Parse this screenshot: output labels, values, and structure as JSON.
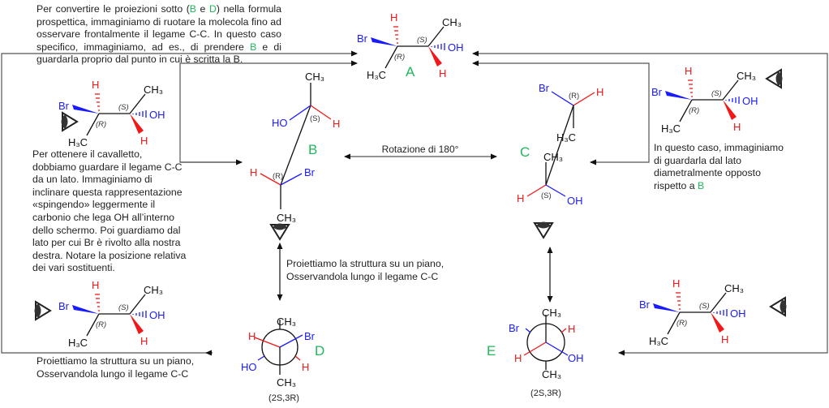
{
  "top_text": {
    "p1": "Per convertire le proiezioni sotto (",
    "b": "B",
    "e": " e ",
    "d": "D",
    "p2": ") nella formula prospettica, immaginiamo di ruotare la molecola fino ad osservare frontalmente il legame C-C. In questo caso specifico, immaginiamo, ad es., di prendere ",
    "b2": "B",
    "p3": " e di guardarla proprio dal punto in cui è scritta la B."
  },
  "left_text": "Per ottenere il cavalletto, dobbiamo guardare il legame C-C da un lato. Immaginiamo di inclinare questa rappresentazione «spingendo» leggermente il carbonio che lega OH all’interno dello schermo. Poi guardiamo dal lato per cui Br è rivolto alla nostra destra. Notare la posizione relativa dei vari sostituenti.",
  "right_text": {
    "p1": "In questo caso, immaginiamo di guardarla dal lato diametralmente opposto rispetto a ",
    "b": "B"
  },
  "bottom_left_text": "Proiettiamo la struttura su un piano, Osservandola lungo il legame C-C",
  "middle_text": "Proiettiamo la struttura su un piano, Osservandola lungo il legame C-C",
  "rotation_label": "Rotazione di 180°",
  "structure_labels": {
    "A": "A",
    "B": "B",
    "C": "C",
    "D": "D",
    "E": "E"
  },
  "configuration_D": "(2S,3R)",
  "configuration_E": "(2S,3R)",
  "atoms": {
    "H": "H",
    "Br": "Br",
    "CH3": "CH₃",
    "H3C": "H₃C",
    "OH": "OH",
    "HO": "HO",
    "R": "(R)",
    "S": "(S)"
  },
  "colors": {
    "hydrogen": "#f01818",
    "heteroatom": "#1a1aff",
    "label": "#1fb85a"
  }
}
